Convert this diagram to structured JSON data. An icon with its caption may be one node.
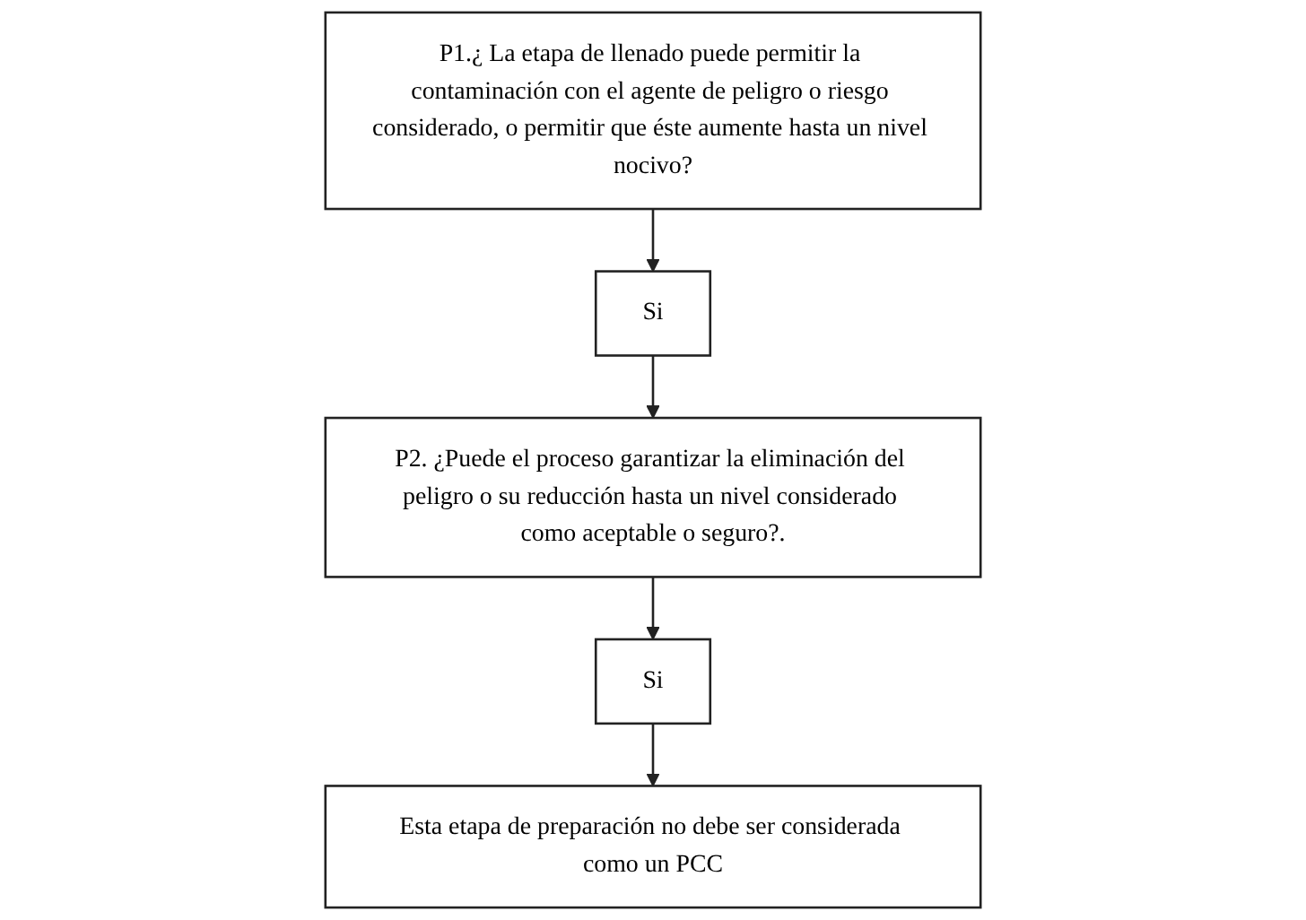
{
  "diagram": {
    "nodes": [
      {
        "text": [
          "P1.¿ La etapa de llenado puede permitir la contaminación con el agente de peligro o riesgo considerado, o permitir que éste aumente hasta un nivel nocivo?"
        ]
      },
      {
        "text": [
          "Si"
        ]
      },
      {
        "text": [
          "P2. ¿Puede el proceso garantizar la eliminación del peligro o su reducción hasta un nivel considerado como aceptable o seguro?."
        ]
      },
      {
        "text": [
          "Si"
        ]
      },
      {
        "text": [
          "Esta etapa de preparación no debe ser considerada como un PCC"
        ]
      }
    ],
    "edges": [
      {
        "from": 0,
        "to": 1,
        "arrow": "to"
      },
      {
        "from": 1,
        "to": 2,
        "arrow": "to"
      },
      {
        "from": 2,
        "to": 3,
        "arrow": "to"
      },
      {
        "from": 3,
        "to": 4,
        "arrow": "to"
      }
    ]
  }
}
